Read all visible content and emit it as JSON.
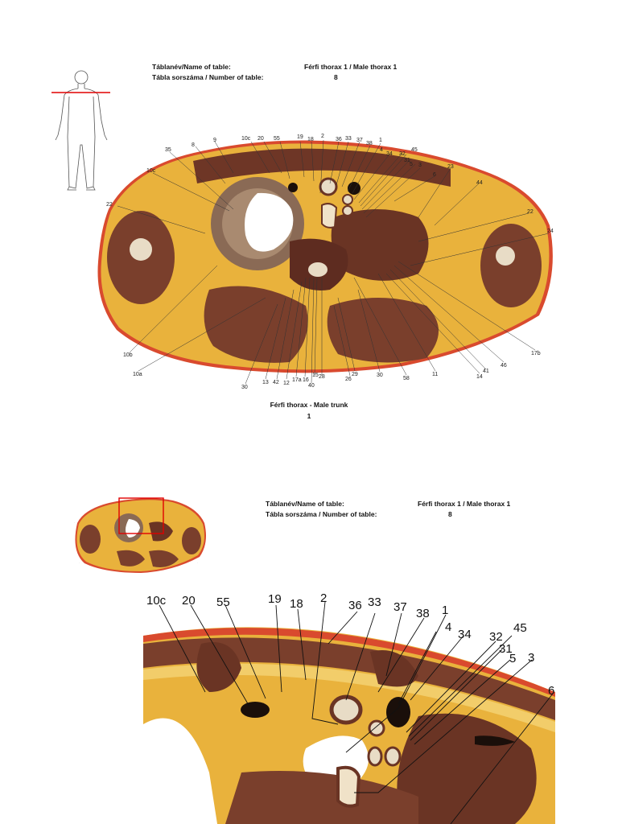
{
  "page1": {
    "header": {
      "name_label": "Táblanév/Name of table:",
      "name_value": "Férfi thorax 1 / Male thorax 1",
      "number_label": "Tábla sorszáma / Number of table:",
      "number_value": "8"
    },
    "caption": {
      "title": "Férfi thorax - Male trunk",
      "page_number": "1"
    },
    "labels": [
      "10c",
      "20",
      "55",
      "19",
      "18",
      "2",
      "36",
      "33",
      "37",
      "38",
      "1",
      "4",
      "34",
      "32",
      "45",
      "31",
      "5",
      "3",
      "6",
      "23",
      "44",
      "22",
      "24",
      "9",
      "8",
      "35",
      "10c",
      "22",
      "10b",
      "10a",
      "30",
      "13",
      "42",
      "12",
      "17a",
      "16",
      "40",
      "15",
      "28",
      "26",
      "29",
      "30",
      "58",
      "11",
      "14",
      "41",
      "46",
      "17b"
    ]
  },
  "page2": {
    "header": {
      "name_label": "Táblanév/Name of table:",
      "name_value": "Férfi thorax 1 / Male thorax 1",
      "number_label": "Tábla sorszáma / Number of table:",
      "number_value": "8"
    },
    "labels": [
      "10c",
      "20",
      "55",
      "19",
      "18",
      "2",
      "36",
      "33",
      "37",
      "38",
      "1",
      "4",
      "34",
      "32",
      "45",
      "31",
      "5",
      "3",
      "6"
    ]
  },
  "colors": {
    "fat": "#e9b23c",
    "fat_light": "#f2cd6a",
    "muscle": "#7a3f2c",
    "muscle_dark": "#5e2c20",
    "skin": "#d94a2e",
    "indicator": "#e00000",
    "bone": "#e8dcc6"
  }
}
